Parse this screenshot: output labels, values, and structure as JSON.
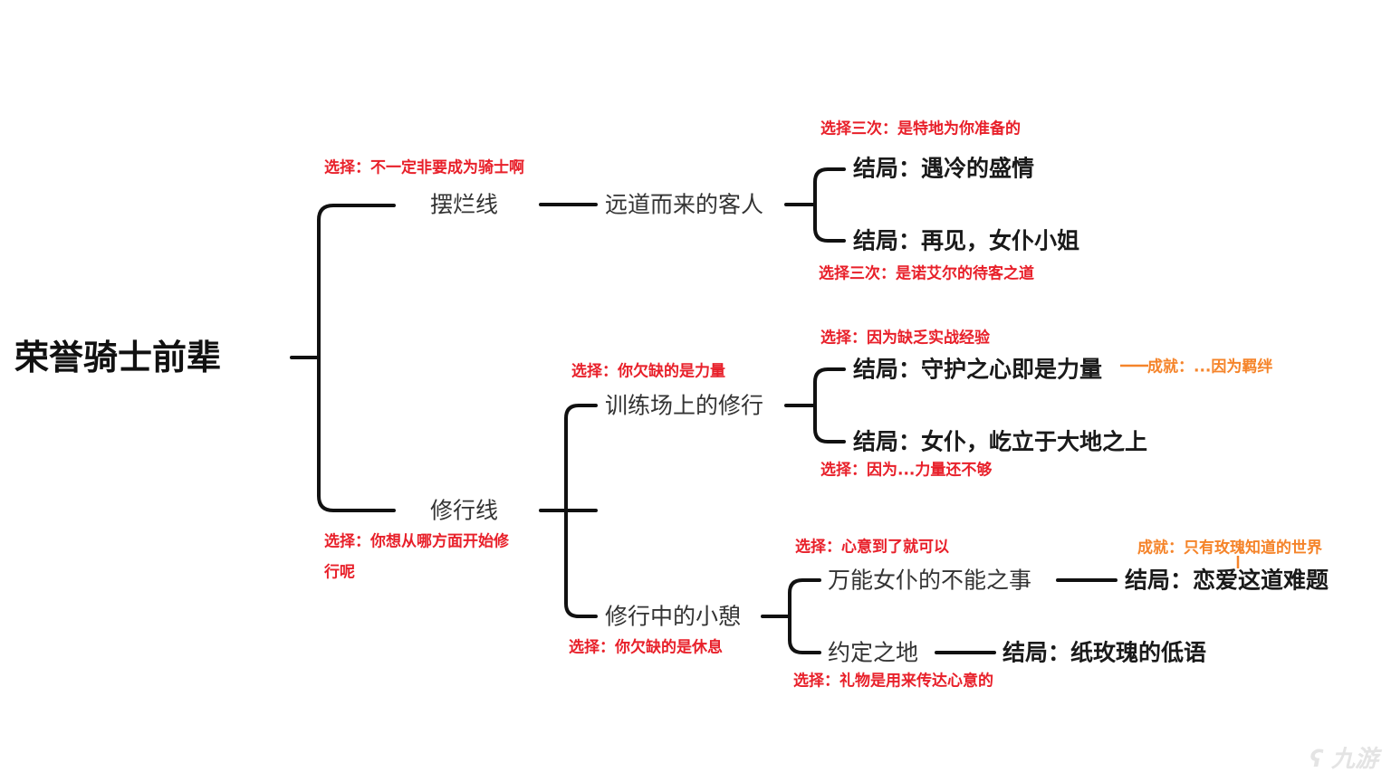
{
  "root": "荣誉骑士前辈",
  "branches": {
    "lazy": {
      "label": "摆烂线",
      "choice": "选择：不一定非要成为骑士啊",
      "sub": "远道而来的客人",
      "ending1": "结局：遇冷的盛情",
      "ending1_choice": "选择三次：是特地为你准备的",
      "ending2": "结局：再见，女仆小姐",
      "ending2_choice": "选择三次：是诺艾尔的待客之道"
    },
    "training": {
      "label": "修行线",
      "choice_line1": "选择：你想从哪方面开始修",
      "choice_line2": "行呢",
      "sub1": "训练场上的修行",
      "sub1_choice": "选择：你欠缺的是力量",
      "sub1_ending1": "结局：守护之心即是力量",
      "sub1_ending1_choice": "选择：因为缺乏实战经验",
      "sub1_ending1_achievement": "成就：...因为羁绊",
      "sub1_ending2": "结局：女仆，屹立于大地之上",
      "sub1_ending2_choice": "选择：因为...力量还不够",
      "sub2": "修行中的小憩",
      "sub2_choice": "选择：你欠缺的是休息",
      "sub2_a": "万能女仆的不能之事",
      "sub2_a_choice": "选择：心意到了就可以",
      "sub2_a_ending": "结局：恋爱这道难题",
      "sub2_a_achievement": "成就：只有玫瑰知道的世界",
      "sub2_b": "约定之地",
      "sub2_b_ending": "结局：纸玫瑰的低语",
      "sub2_b_choice": "选择：礼物是用来传达心意的"
    }
  },
  "watermark": "九游",
  "colors": {
    "choice": "#e8202a",
    "achievement": "#f5842a",
    "line": "#111111"
  }
}
